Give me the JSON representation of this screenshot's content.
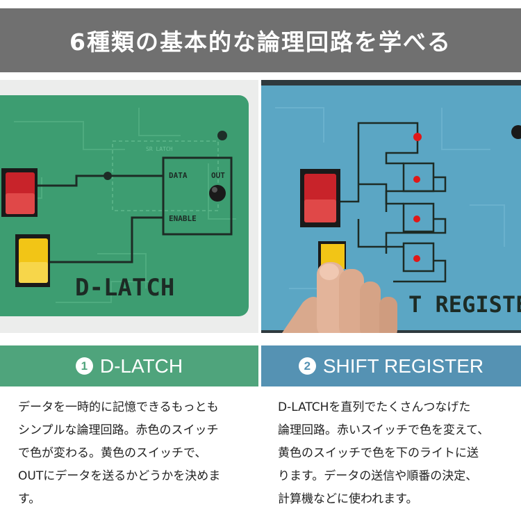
{
  "header": {
    "title": "6種類の基本的な論理回路を学べる"
  },
  "left_panel": {
    "number": "1",
    "title": "D-LATCH",
    "board_label": "D-LATCH",
    "sr_latch_label": "SR LATCH",
    "data_label": "DATA",
    "out_label": "OUT",
    "enable_label": "ENABLE",
    "description_lines": [
      "データを一時的に記憶できるもっとも",
      "シンプルな論理回路。赤色のスイッチ",
      "で色が変わる。黄色のスイッチで、",
      "OUTにデータを送るかどうかを決めま",
      "す。"
    ]
  },
  "right_panel": {
    "number": "2",
    "title": "SHIFT REGISTER",
    "board_label": "T REGISTER",
    "description_lines": [
      "D-LATCHを直列でたくさんつなげた",
      "論理回路。赤いスイッチで色を変えて、",
      "黄色のスイッチで色を下のライトに送",
      "ります。データの送信や順番の決定、",
      "計算機などに使われます。"
    ]
  },
  "colors": {
    "header_bg": "#707070",
    "left_accent": "#4fa47c",
    "right_accent": "#5592b3",
    "board_green": "#3e9e72",
    "board_blue": "#5ba6c4",
    "switch_red": "#c8232a",
    "switch_yellow": "#f2c516"
  }
}
